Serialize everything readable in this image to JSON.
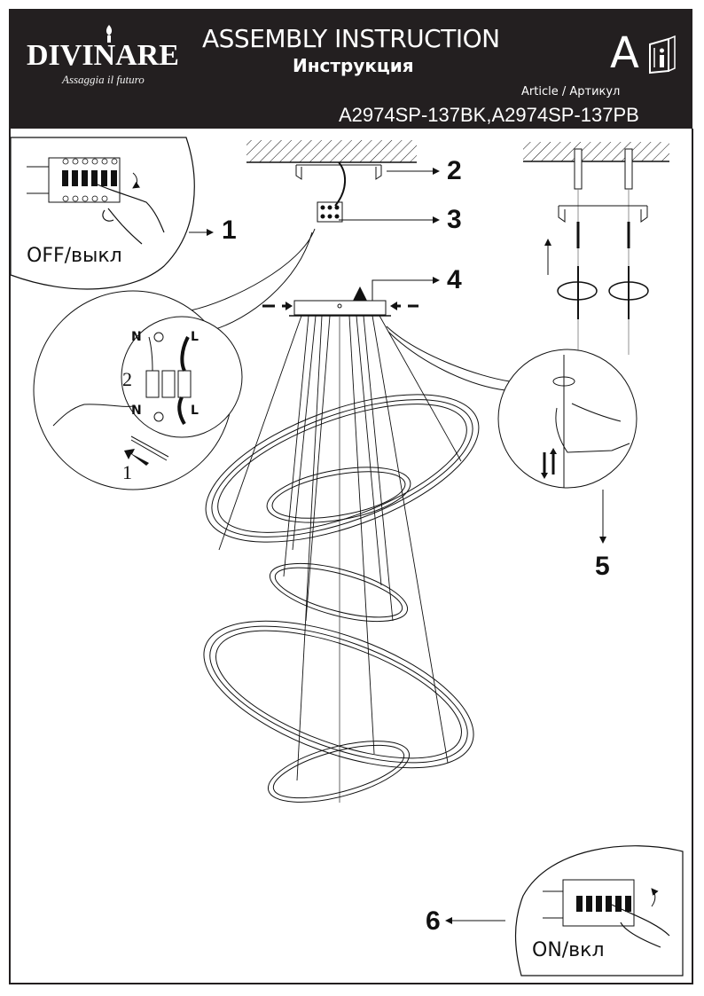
{
  "header": {
    "brand_name": "DIVINARE",
    "brand_tagline": "Assaggia il futuro",
    "title_en": "ASSEMBLY INSTRUCTION",
    "title_ru": "Инструкция",
    "badge_letter": "A",
    "article_label": "Article / Артикул",
    "article_codes": "A2974SP-137BK,A2974SP-137PB"
  },
  "steps": {
    "s1": "1",
    "s2": "2",
    "s3": "3",
    "s4": "4",
    "s5": "5",
    "s6": "6"
  },
  "labels": {
    "off": "OFF/выкл",
    "on": "ON/вкл",
    "wire_n": "N",
    "wire_l": "L",
    "sub_step_1": "1",
    "sub_step_2": "2"
  },
  "colors": {
    "header_bg": "#231f20",
    "line": "#111111"
  }
}
